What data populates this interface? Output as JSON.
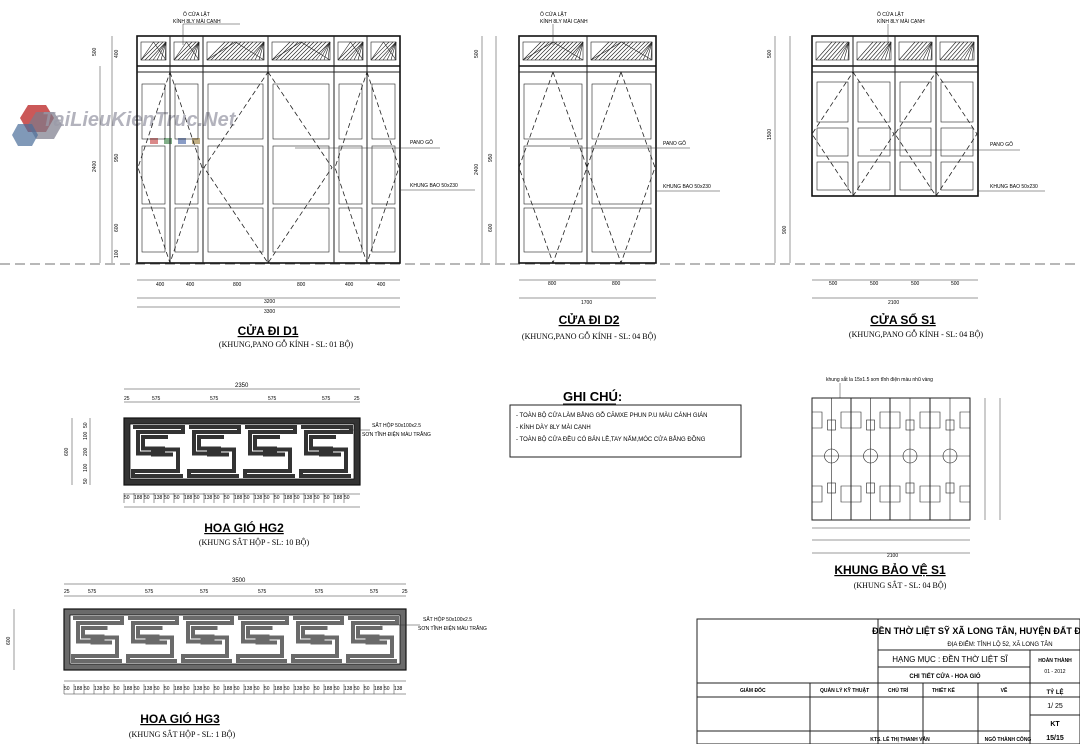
{
  "watermark": "TaiLieuKienTruc.Net",
  "door_d1": {
    "title": "CỬA ĐI D1",
    "subtitle": "(KHUNG,PANO GỖ KÍNH - SL: 01 BỘ)",
    "label_top1": "Ô CỬA LẬT",
    "label_top2": "KÍNH 8LY MÀI CẠNH",
    "label_pano": "PANO GỖ",
    "label_khung": "KHUNG BAO 50x230",
    "dims_bottom": [
      "400",
      "400",
      "800",
      "800",
      "400",
      "400"
    ],
    "total1": "3200",
    "total2": "3300",
    "dims_left": [
      "500",
      "400",
      "2400",
      "950",
      "600",
      "100"
    ]
  },
  "door_d2": {
    "title": "CỬA ĐI D2",
    "subtitle": "(KHUNG,PANO GỖ KÍNH - SL: 04 BỘ)",
    "label_top1": "Ô CỬA LẬT",
    "label_top2": "KÍNH 8LY MÀI CẠNH",
    "label_pano": "PANO GỖ",
    "label_khung": "KHUNG BAO 50x230",
    "dims_bottom": [
      "800",
      "800"
    ],
    "total": "1700",
    "dims_left": [
      "500",
      "2400",
      "950",
      "600"
    ]
  },
  "window_s1": {
    "title": "CỬA SỔ S1",
    "subtitle": "(KHUNG,PANO GỖ KÍNH - SL: 04 BỘ)",
    "label_top1": "Ô CỬA LẬT",
    "label_top2": "KÍNH 8LY MÀI CẠNH",
    "label_pano": "PANO GỖ",
    "label_khung": "KHUNG BAO 50x230",
    "dims_bottom": [
      "500",
      "500",
      "500",
      "500"
    ],
    "total": "2100",
    "dims_left": [
      "500",
      "1500",
      "900"
    ]
  },
  "hg2": {
    "title": "HOA GIÓ HG2",
    "subtitle": "(KHUNG SẮT HỘP - SL: 10 BỘ)",
    "total": "2350",
    "dims_top": [
      "25",
      "575",
      "575",
      "575",
      "575",
      "25"
    ],
    "height": "600",
    "dims_left": [
      "50",
      "100",
      "200",
      "100",
      "50"
    ],
    "dims_bottom": [
      "50",
      "188",
      "50",
      "138",
      "50"
    ],
    "label1": "SẮT HỘP 50x100x2.5",
    "label2": "SƠN TĨNH ĐIỆN MÀU TRẮNG"
  },
  "hg3": {
    "title": "HOA GIÓ HG3",
    "subtitle": "(KHUNG SẮT HỘP - SL: 1 BỘ)",
    "total": "3500",
    "dims_top": [
      "25",
      "575",
      "575",
      "575",
      "575",
      "575",
      "575",
      "25"
    ],
    "height": "600",
    "dims_bottom": [
      "50",
      "188",
      "50",
      "138",
      "50"
    ],
    "label1": "SẮT HỘP 50x100x2.5",
    "label2": "SƠN TĨNH ĐIỆN MÀU TRẮNG"
  },
  "notes": {
    "heading": "GHI CHÚ:",
    "items": [
      "- TOÀN BỘ CỬA LÀM BẰNG GỖ CĂMXE PHUN P.U MÀU CÁNH GIÁN",
      "- KÍNH DÀY 8LY MÀI CẠNH",
      "- TOÀN BỘ CỬA ĐỀU CÓ BẢN LỀ,TAY NẮM,MÓC CỬA BẰNG ĐỒNG"
    ]
  },
  "guard_s1": {
    "title": "KHUNG BẢO VỆ S1",
    "subtitle": "(KHUNG SẮT - SL: 04 BỘ)",
    "top_label": "khung sắt la 15x1.5 sơn tĩnh điện màu nhũ vàng",
    "total": "2100"
  },
  "title_block": {
    "project": "ĐỀN THỜ LIỆT SỸ XÃ LONG TÂN, HUYỆN ĐẤT ĐỎ",
    "location": "ĐỊA ĐIỂM: TỈNH LỘ 52, XÃ LONG TÂN",
    "category": "HẠNG MỤC : ĐỀN THỜ LIỆT SĨ",
    "drawing": "CHI TIẾT CỬA - HOA GIÓ",
    "done_label": "HOÀN THÀNH",
    "done_date": "01 - 2012",
    "giam_doc": "GIÁM ĐỐC",
    "ql_kt": "QUẢN LÝ KỸ THUẬT",
    "chu_tri": "CHỦ TRÌ",
    "thiet_ke": "THIẾT KẾ",
    "ve": "VẼ",
    "scale_label": "TỶ LỆ",
    "scale": "1/ 25",
    "designer": "KTS. LÊ THỊ THANH VÂN",
    "drafter": "NGÔ THÀNH CÔNG",
    "sheet_code": "KT",
    "sheet_no": "15/15"
  }
}
